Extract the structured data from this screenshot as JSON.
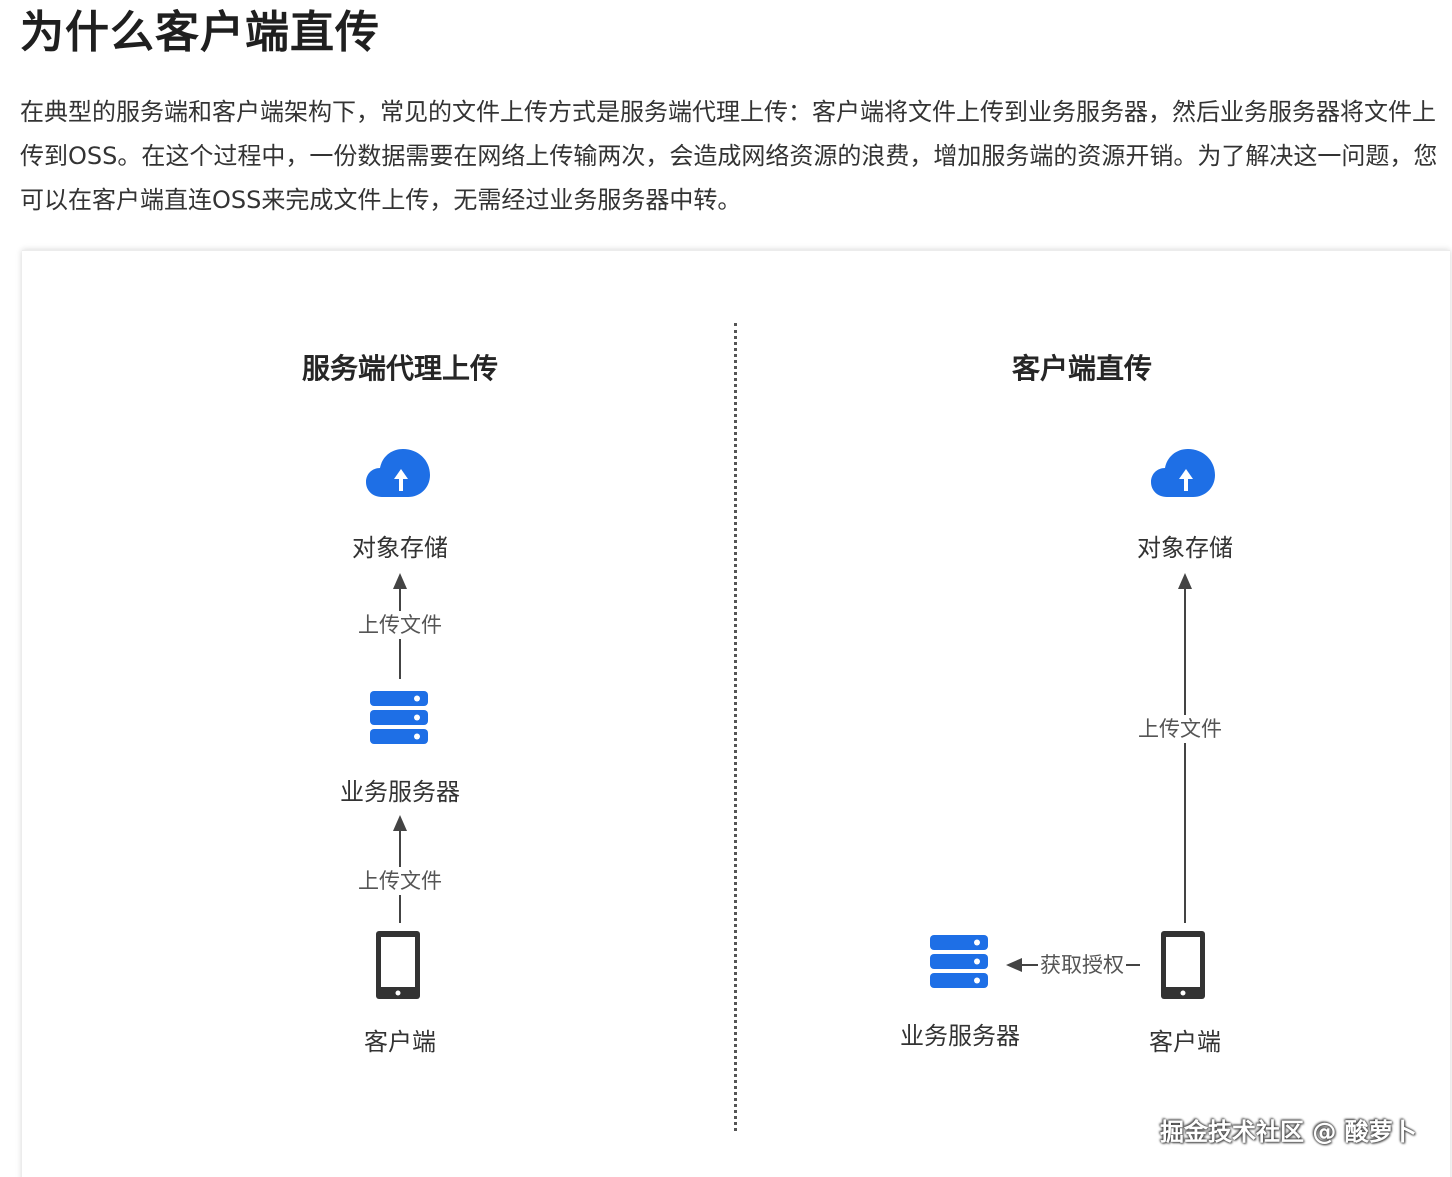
{
  "heading": "为什么客户端直传",
  "intro": "在典型的服务端和客户端架构下，常见的文件上传方式是服务端代理上传：客户端将文件上传到业务服务器，然后业务服务器将文件上传到OSS。在这个过程中，一份数据需要在网络上传输两次，会造成网络资源的浪费，增加服务端的资源开销。为了解决这一问题，您可以在客户端直连OSS来完成文件上传，无需经过业务服务器中转。",
  "left_panel": {
    "title": "服务端代理上传",
    "storage_label": "对象存储",
    "upload_label_top": "上传文件",
    "server_label": "业务服务器",
    "upload_label_bottom": "上传文件",
    "client_label": "客户端"
  },
  "right_panel": {
    "title": "客户端直传",
    "storage_label": "对象存储",
    "upload_label": "上传文件",
    "auth_label": "获取授权",
    "server_label": "业务服务器",
    "client_label": "客户端"
  },
  "watermark": "掘金技术社区 @ 酸萝卜",
  "colors": {
    "icon_blue": "#1e6fe6",
    "phone_dark": "#333333",
    "line": "#444444"
  },
  "icons": [
    "cloud-upload-icon",
    "server-icon",
    "mobile-phone-icon"
  ]
}
